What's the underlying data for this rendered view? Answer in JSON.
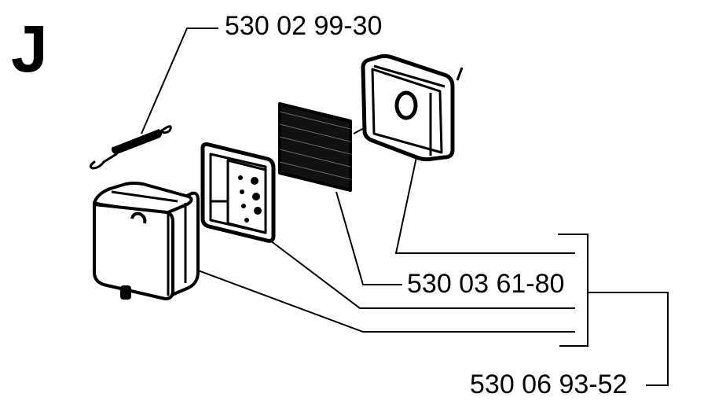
{
  "section": {
    "letter": "J"
  },
  "parts": {
    "spring": "530 02 99-30",
    "filter_mesh": "530 03 61-80",
    "filter_kit": "530 06 93-52"
  },
  "colors": {
    "ink": "#000000",
    "paper": "#ffffff"
  }
}
